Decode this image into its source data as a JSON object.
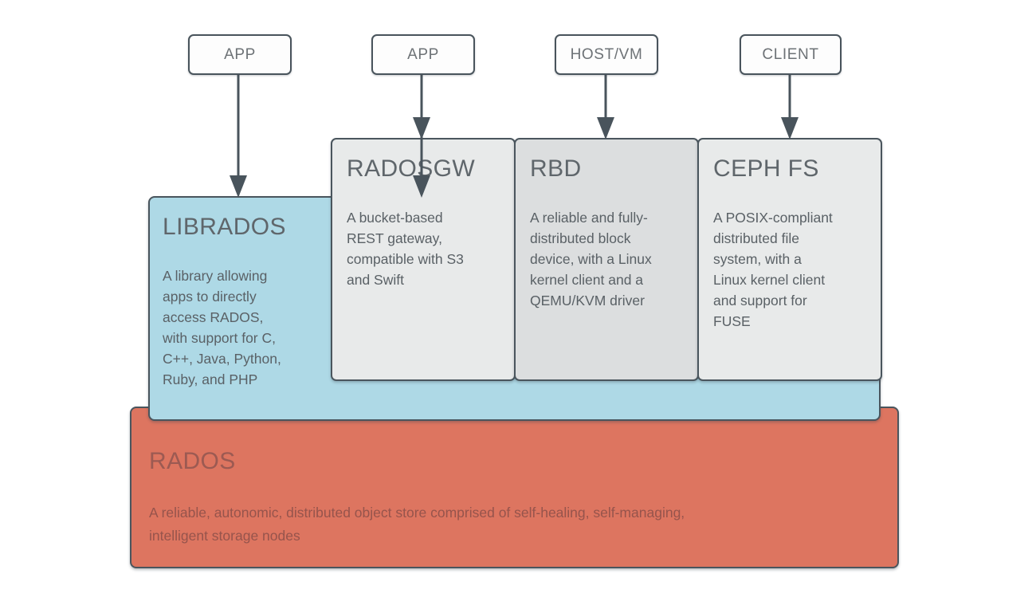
{
  "diagram": {
    "title": "Ceph storage architecture stack",
    "colors": {
      "librados_fill": "#aed9e6",
      "rados_fill": "#dd7560",
      "service_fill_light": "#e8eaea",
      "service_fill_dark": "#dcdedf",
      "border": "#4a555d",
      "title_text": "#5f666b",
      "body_text": "#5a6166",
      "rados_text": "#96544c",
      "top_box_fill": "#fdfdfd",
      "top_box_text": "#6d7276"
    },
    "clients": [
      {
        "id": "app-left",
        "label": "APP"
      },
      {
        "id": "app-mid",
        "label": "APP"
      },
      {
        "id": "host-vm",
        "label": "HOST/VM"
      },
      {
        "id": "client",
        "label": "CLIENT"
      }
    ],
    "arrows": [
      {
        "id": "arrow-app-left-to-librados",
        "from": "APP",
        "to": "LIBRADOS"
      },
      {
        "id": "arrow-app-mid-to-radosgw",
        "from": "APP",
        "to": "RADOSGW"
      },
      {
        "id": "arrow-hostvm-to-rbd",
        "from": "HOST/VM",
        "to": "RBD"
      },
      {
        "id": "arrow-client-to-cephfs",
        "from": "CLIENT",
        "to": "CEPH FS"
      }
    ],
    "librados": {
      "title": "LIBRADOS",
      "body": "A library allowing\napps to directly\naccess RADOS,\nwith support for C,\nC++, Java, Python,\nRuby, and PHP"
    },
    "services": [
      {
        "id": "radosgw",
        "title": "RADOSGW",
        "body": "A bucket-based\nREST gateway,\ncompatible with S3\nand Swift",
        "shade": "light"
      },
      {
        "id": "rbd",
        "title": "RBD",
        "body": "A reliable and fully-\ndistributed block\ndevice, with a Linux\nkernel client and a\nQEMU/KVM driver",
        "shade": "dark"
      },
      {
        "id": "cephfs",
        "title": "CEPH FS",
        "body": "A POSIX-compliant\ndistributed file\nsystem, with a\nLinux kernel client\nand support for\nFUSE",
        "shade": "light"
      }
    ],
    "rados": {
      "title": "RADOS",
      "body": "A reliable, autonomic, distributed object store comprised of self-healing, self-managing,\nintelligent storage nodes"
    }
  }
}
